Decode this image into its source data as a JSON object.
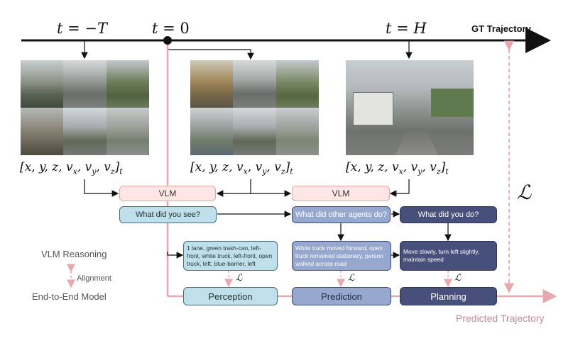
{
  "timeline": {
    "labels": [
      {
        "prefix": "t = −",
        "var": "T"
      },
      {
        "prefix": "t = ",
        "var": "0"
      },
      {
        "prefix": "t = ",
        "var": "H"
      }
    ],
    "gt_label": "GT Trajectory"
  },
  "state_vector": "[x, y, z, v",
  "state_labels": [
    {
      "text": "[x, y, z, vx, vy, vz]t"
    },
    {
      "text": "[x, y, z, vx, vy, vz]t"
    },
    {
      "text": "[x, y, z, vx, vy, vz]t"
    }
  ],
  "vlm": {
    "left": "VLM",
    "right": "VLM"
  },
  "questions": {
    "q1": "What did you see?",
    "q2": "What did other agents do?",
    "q3": "What did you do?"
  },
  "answers": {
    "a1": "1 lane, green trash-can, left-front, white truck, left-front, open truck, left, blue-barrier, left",
    "a2": "White truck moved forward, open truck remained stationary, person walked across road",
    "a3": "Move slowly, turn left slightly, maintain speed"
  },
  "bands": {
    "vlm_reasoning": "VLM Reasoning",
    "alignment": "Alignment",
    "e2e": "End-to-End Model"
  },
  "modules": {
    "perception": "Perception",
    "prediction": "Prediction",
    "planning": "Planning"
  },
  "loss_symbol": "ℒ",
  "predicted_label": "Predicted Trajectory",
  "colors": {
    "pink": "#e7a9ae",
    "light_blue": "#bfe0ea",
    "mid_blue": "#97a8cf",
    "dark_blue": "#47507a",
    "band_gray": "#e6e6e6"
  }
}
